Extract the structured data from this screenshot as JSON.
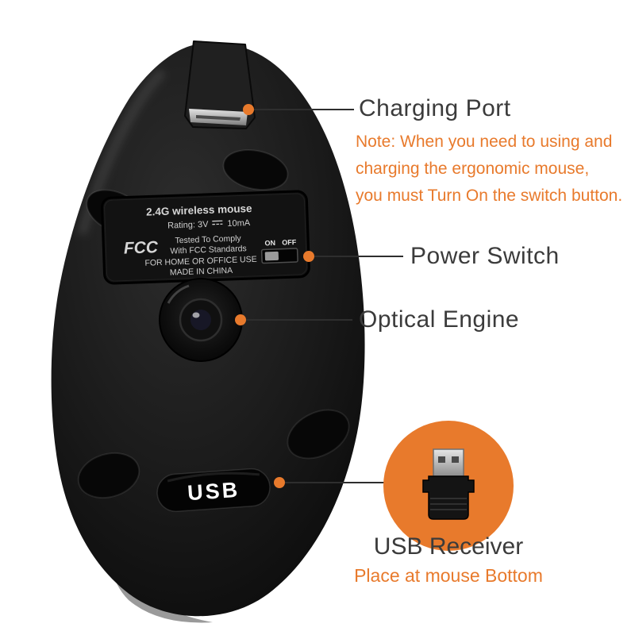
{
  "colors": {
    "accent": "#e87a2c",
    "heading_text": "#3b3b3b"
  },
  "callouts": {
    "charging_port": {
      "label": "Charging Port",
      "note_lines": [
        "Note: When you need to using and",
        "charging the ergonomic mouse,",
        "you must Turn On the switch button."
      ]
    },
    "power_switch": {
      "label": "Power Switch"
    },
    "optical_engine": {
      "label": "Optical Engine"
    },
    "usb_receiver": {
      "label": "USB Receiver",
      "note": "Place at mouse Bottom"
    }
  },
  "mouse": {
    "info_label": {
      "product": "2.4G wireless mouse",
      "rating_prefix": "Rating: 3V",
      "rating_suffix": "10mA",
      "fcc_mark": "FCC",
      "comply_line1": "Tested To Comply",
      "comply_line2": "With FCC Standards",
      "usage": "FOR HOME OR OFFICE USE",
      "origin": "MADE IN CHINA",
      "switch_on": "ON",
      "switch_off": "OFF"
    },
    "usb_compartment": "USB"
  }
}
